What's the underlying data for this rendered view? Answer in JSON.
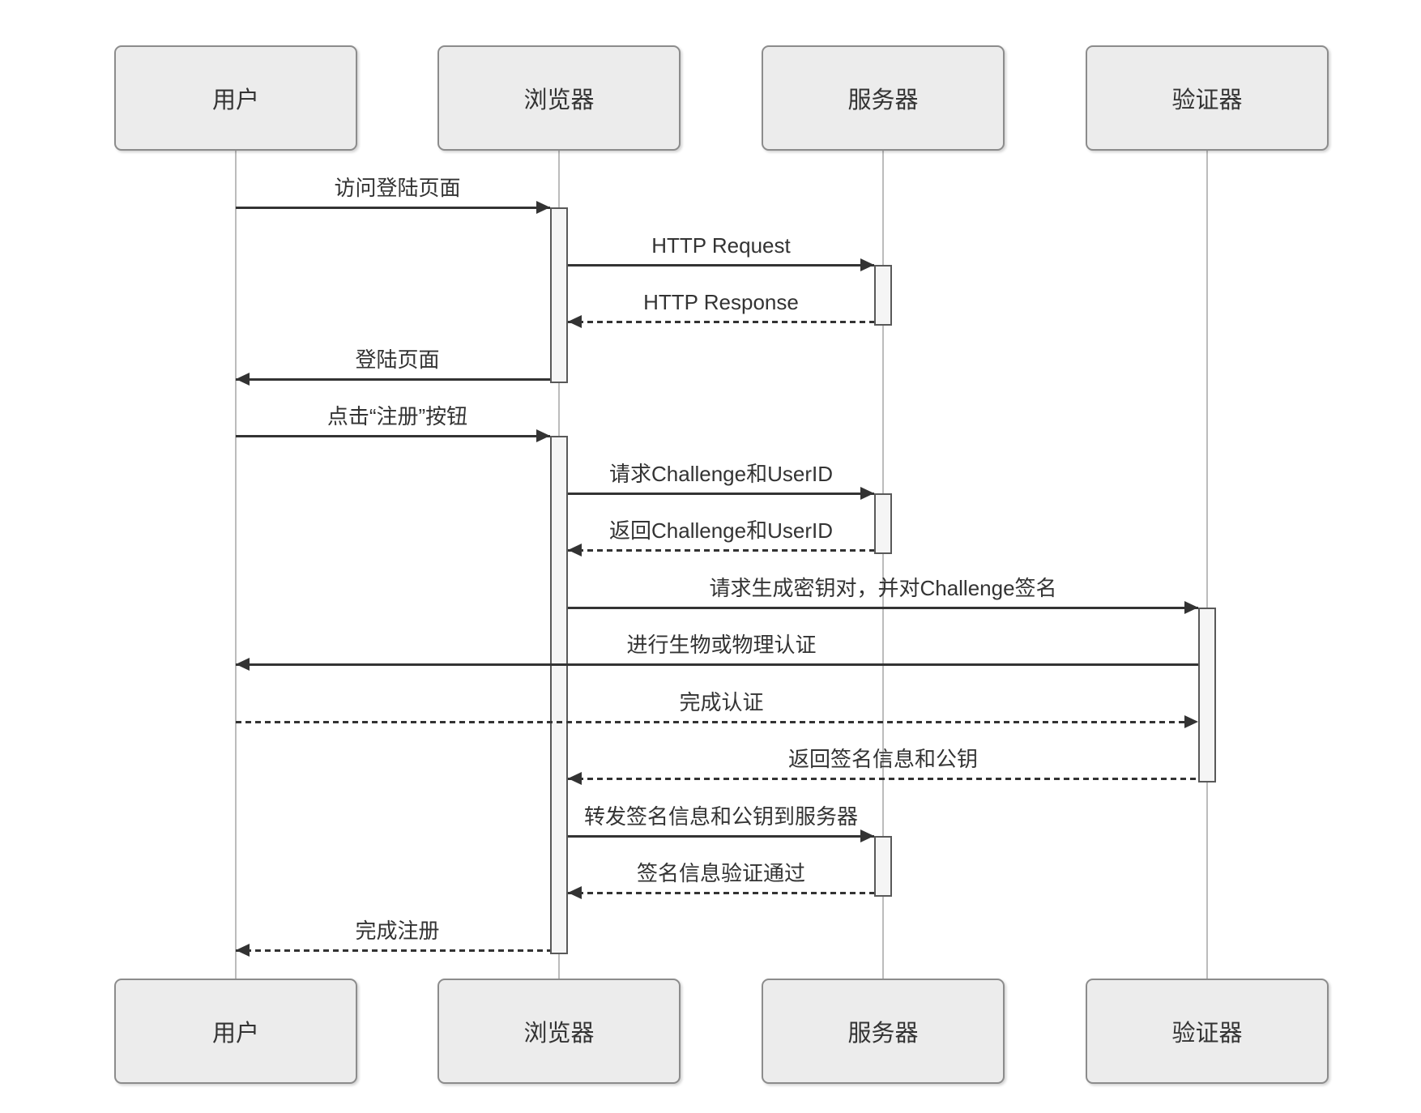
{
  "diagram": {
    "type": "sequence-diagram",
    "background": "#ffffff",
    "actors": [
      {
        "id": "user",
        "label": "用户"
      },
      {
        "id": "browser",
        "label": "浏览器"
      },
      {
        "id": "server",
        "label": "服务器"
      },
      {
        "id": "authenticator",
        "label": "验证器"
      }
    ],
    "messages": [
      {
        "from": 0,
        "to": 1,
        "text": "访问登陆页面",
        "line": "solid"
      },
      {
        "from": 1,
        "to": 2,
        "text": "HTTP Request",
        "line": "solid"
      },
      {
        "from": 2,
        "to": 1,
        "text": "HTTP Response",
        "line": "dashed"
      },
      {
        "from": 1,
        "to": 0,
        "text": "登陆页面",
        "line": "solid"
      },
      {
        "from": 0,
        "to": 1,
        "text": "点击“注册”按钮",
        "line": "solid"
      },
      {
        "from": 1,
        "to": 2,
        "text": "请求Challenge和UserID",
        "line": "solid"
      },
      {
        "from": 2,
        "to": 1,
        "text": "返回Challenge和UserID",
        "line": "dashed"
      },
      {
        "from": 1,
        "to": 3,
        "text": "请求生成密钥对，并对Challenge签名",
        "line": "solid"
      },
      {
        "from": 3,
        "to": 0,
        "text": "进行生物或物理认证",
        "line": "solid"
      },
      {
        "from": 0,
        "to": 3,
        "text": "完成认证",
        "line": "dashed"
      },
      {
        "from": 3,
        "to": 1,
        "text": "返回签名信息和公钥",
        "line": "dashed"
      },
      {
        "from": 1,
        "to": 2,
        "text": "转发签名信息和公钥到服务器",
        "line": "solid"
      },
      {
        "from": 2,
        "to": 1,
        "text": "签名信息验证通过",
        "line": "dashed"
      },
      {
        "from": 1,
        "to": 0,
        "text": "完成注册",
        "line": "dashed"
      }
    ],
    "activations": [
      {
        "actor": 1,
        "start": 0,
        "end": 3
      },
      {
        "actor": 2,
        "start": 1,
        "end": 2
      },
      {
        "actor": 1,
        "start": 4,
        "end": 13
      },
      {
        "actor": 2,
        "start": 5,
        "end": 6
      },
      {
        "actor": 3,
        "start": 7,
        "end": 10
      },
      {
        "actor": 2,
        "start": 11,
        "end": 12
      }
    ],
    "colors": {
      "background": "#ffffff",
      "actor_fill": "#ececec",
      "actor_border": "#8c8c8c",
      "lifeline": "#bcbcbc",
      "activation_fill": "#f5f5f5",
      "activation_border": "#595959",
      "arrow": "#333333",
      "text": "#333333"
    }
  }
}
